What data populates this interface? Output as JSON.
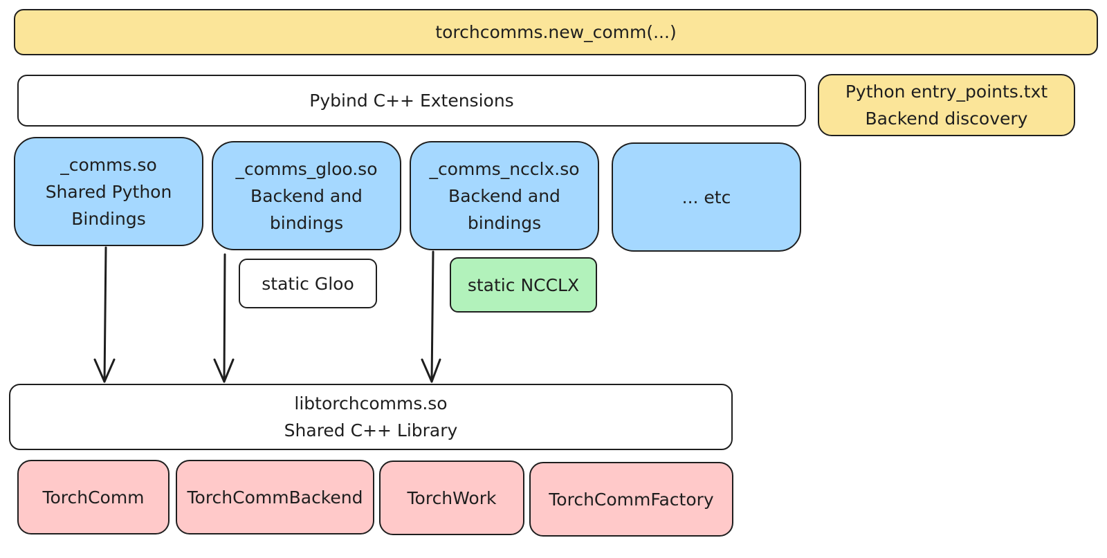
{
  "top_api": "torchcomms.new_comm(...)",
  "pybind": "Pybind C++ Extensions",
  "entry_points": {
    "line1": "Python entry_points.txt",
    "line2": "Backend discovery"
  },
  "modules": [
    {
      "line1": "_comms.so",
      "line2": "Shared Python",
      "line3": "Bindings"
    },
    {
      "line1": "_comms_gloo.so",
      "line2": "Backend and",
      "line3": "bindings"
    },
    {
      "line1": "_comms_ncclx.so",
      "line2": "Backend and",
      "line3": "bindings"
    },
    {
      "line1": "... etc"
    }
  ],
  "static_libs": {
    "gloo": "static Gloo",
    "ncclx": "static NCCLX"
  },
  "core_lib": {
    "line1": "libtorchcomms.so",
    "line2": "Shared C++ Library"
  },
  "classes": [
    "TorchComm",
    "TorchCommBackend",
    "TorchWork",
    "TorchCommFactory"
  ],
  "colors": {
    "api_yellow": "#fbe599",
    "module_blue": "#a5d8ff",
    "static_green": "#b2f2bb",
    "class_pink": "#ffc9c9",
    "stroke": "#1e1e1e"
  }
}
